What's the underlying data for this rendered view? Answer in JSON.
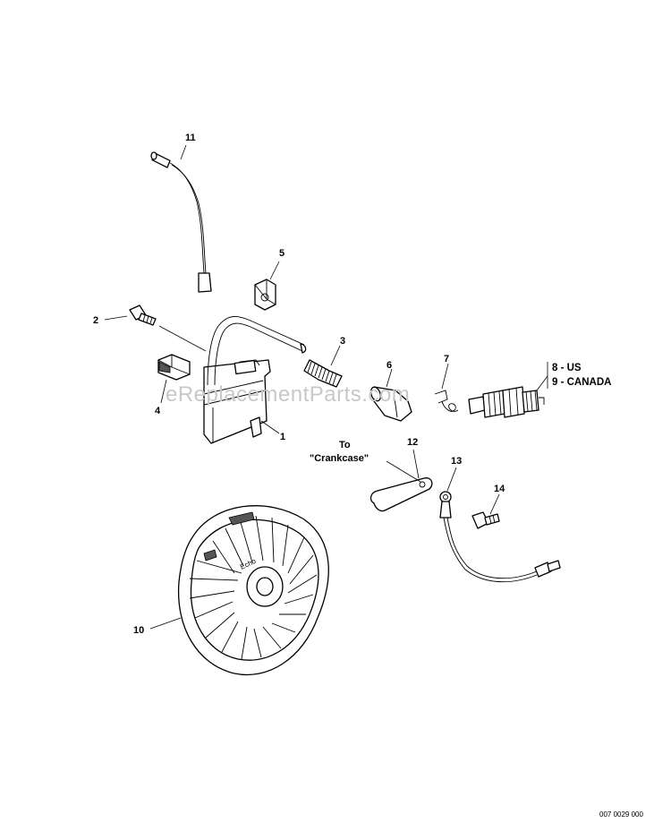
{
  "diagram": {
    "watermark": "eReplacementParts.com",
    "reference_code": "007 0029 000",
    "callouts": [
      {
        "id": "1",
        "text": "1"
      },
      {
        "id": "2",
        "text": "2"
      },
      {
        "id": "3",
        "text": "3"
      },
      {
        "id": "4",
        "text": "4"
      },
      {
        "id": "5",
        "text": "5"
      },
      {
        "id": "6",
        "text": "6"
      },
      {
        "id": "7",
        "text": "7"
      },
      {
        "id": "8",
        "text": "8 - US"
      },
      {
        "id": "9",
        "text": "9 - CANADA"
      },
      {
        "id": "10",
        "text": "10"
      },
      {
        "id": "11",
        "text": "11"
      },
      {
        "id": "12",
        "text": "12"
      },
      {
        "id": "13",
        "text": "13"
      },
      {
        "id": "14",
        "text": "14"
      }
    ],
    "note": {
      "line1": "To",
      "line2": "\"Crankcase\""
    },
    "flywheel_brand": "Echo"
  }
}
